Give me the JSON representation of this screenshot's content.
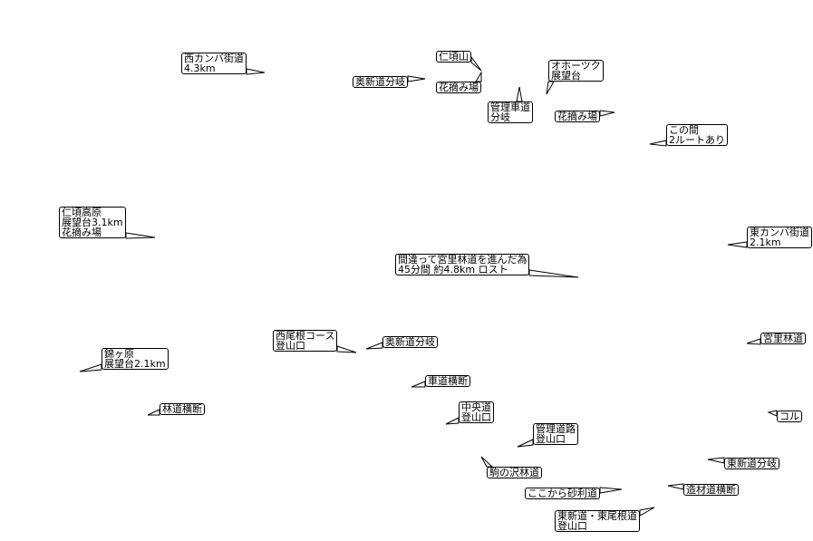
{
  "map": {
    "labels": [
      {
        "id": "nishi-kanba",
        "lines": [
          "西カンバ街道",
          "4.3km"
        ]
      },
      {
        "id": "oku-shindo-n",
        "lines": [
          "奥新道分岐"
        ]
      },
      {
        "id": "nippusan",
        "lines": [
          "仁頃山"
        ]
      },
      {
        "id": "hanatsumi-1",
        "lines": [
          "花摘み場"
        ]
      },
      {
        "id": "kanri-shado",
        "lines": [
          "管理車道",
          "分岐"
        ]
      },
      {
        "id": "okhotsk",
        "lines": [
          "オホーツク",
          "展望台"
        ]
      },
      {
        "id": "hanatsumi-2",
        "lines": [
          "花摘み場"
        ]
      },
      {
        "id": "konoma",
        "lines": [
          "この間",
          "2ルートあり"
        ]
      },
      {
        "id": "nikoro-kogen",
        "lines": [
          "仁頃高原",
          "展望台3.1km",
          "花摘み場"
        ]
      },
      {
        "id": "machigatte",
        "lines": [
          "間違って宮里林道を進んだ為",
          "45分間 約4.8km ロスト"
        ]
      },
      {
        "id": "higashi-kanba",
        "lines": [
          "東カンバ街道",
          "2.1km"
        ]
      },
      {
        "id": "nishione",
        "lines": [
          "西尾根コース",
          "登山口"
        ]
      },
      {
        "id": "oku-shindo-s",
        "lines": [
          "奥新道分岐"
        ]
      },
      {
        "id": "miyasato",
        "lines": [
          "宮里林道"
        ]
      },
      {
        "id": "nishikigahara",
        "lines": [
          "錦ヶ原",
          "展望台2.1km"
        ]
      },
      {
        "id": "shado-odan",
        "lines": [
          "車道横断"
        ]
      },
      {
        "id": "rindo-odan",
        "lines": [
          "林道横断"
        ]
      },
      {
        "id": "chuodo",
        "lines": [
          "中央道",
          "登山口"
        ]
      },
      {
        "id": "col",
        "lines": [
          "コル"
        ]
      },
      {
        "id": "kanri-doro",
        "lines": [
          "管理道路",
          "登山口"
        ]
      },
      {
        "id": "higashi-shindo",
        "lines": [
          "東新道分岐"
        ]
      },
      {
        "id": "komanosawa",
        "lines": [
          "駒の沢林道"
        ]
      },
      {
        "id": "zoezai",
        "lines": [
          "造材道横断"
        ]
      },
      {
        "id": "jari",
        "lines": [
          "ここから砂利道"
        ]
      },
      {
        "id": "higashi-one",
        "lines": [
          "東新道・東尾根道",
          "登山口"
        ]
      }
    ]
  }
}
